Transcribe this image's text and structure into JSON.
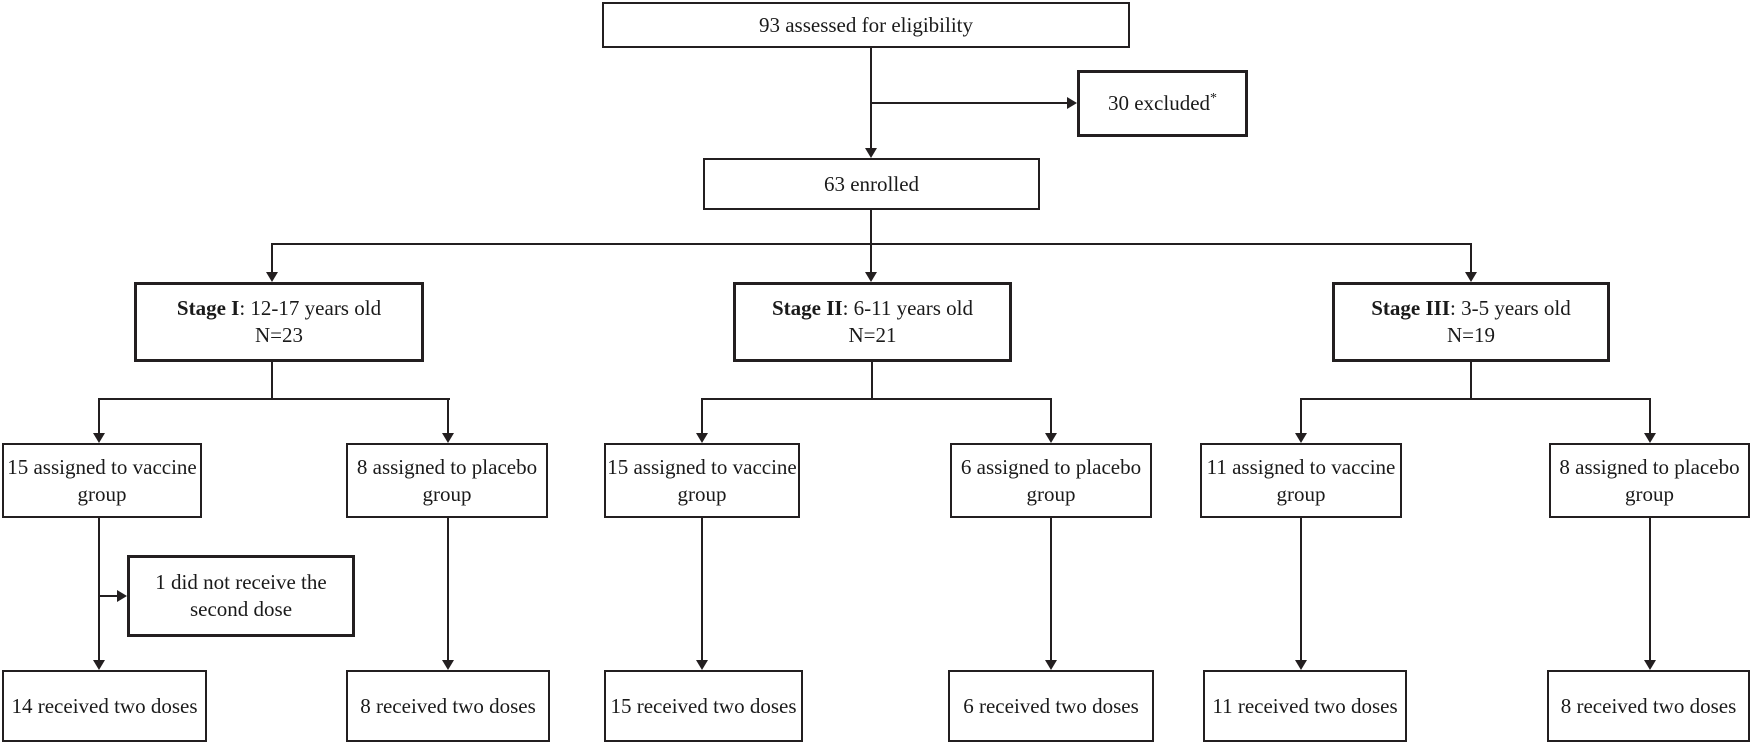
{
  "diagram": {
    "kind": "flowchart",
    "assessed": {
      "label": "93 assessed for eligibility"
    },
    "excluded": {
      "label": "30 excluded",
      "sup": "*"
    },
    "enrolled": {
      "label": "63 enrolled"
    },
    "stages": [
      {
        "name": "Stage I",
        "desc": ": 12-17 years old",
        "n": "N=23",
        "vaccine": {
          "assigned": "15 assigned to vaccine group",
          "received": "14 received two doses"
        },
        "placebo": {
          "assigned": "8 assigned to placebo group",
          "received": "8 received two doses"
        },
        "note": "1 did not receive the second dose"
      },
      {
        "name": "Stage II",
        "desc": ": 6-11 years old",
        "n": "N=21",
        "vaccine": {
          "assigned": "15 assigned to vaccine group",
          "received": "15 received two doses"
        },
        "placebo": {
          "assigned": "6 assigned to placebo group",
          "received": "6 received two doses"
        }
      },
      {
        "name": "Stage III",
        "desc": ": 3-5 years old",
        "n": "N=19",
        "vaccine": {
          "assigned": "11 assigned to vaccine group",
          "received": "11 received two doses"
        },
        "placebo": {
          "assigned": "8 assigned to placebo group",
          "received": "8 received two doses"
        }
      }
    ],
    "colors": {
      "background": "#ffffff",
      "line": "#231f20",
      "box_border": "#231f20",
      "text": "#1a1a1a"
    }
  }
}
